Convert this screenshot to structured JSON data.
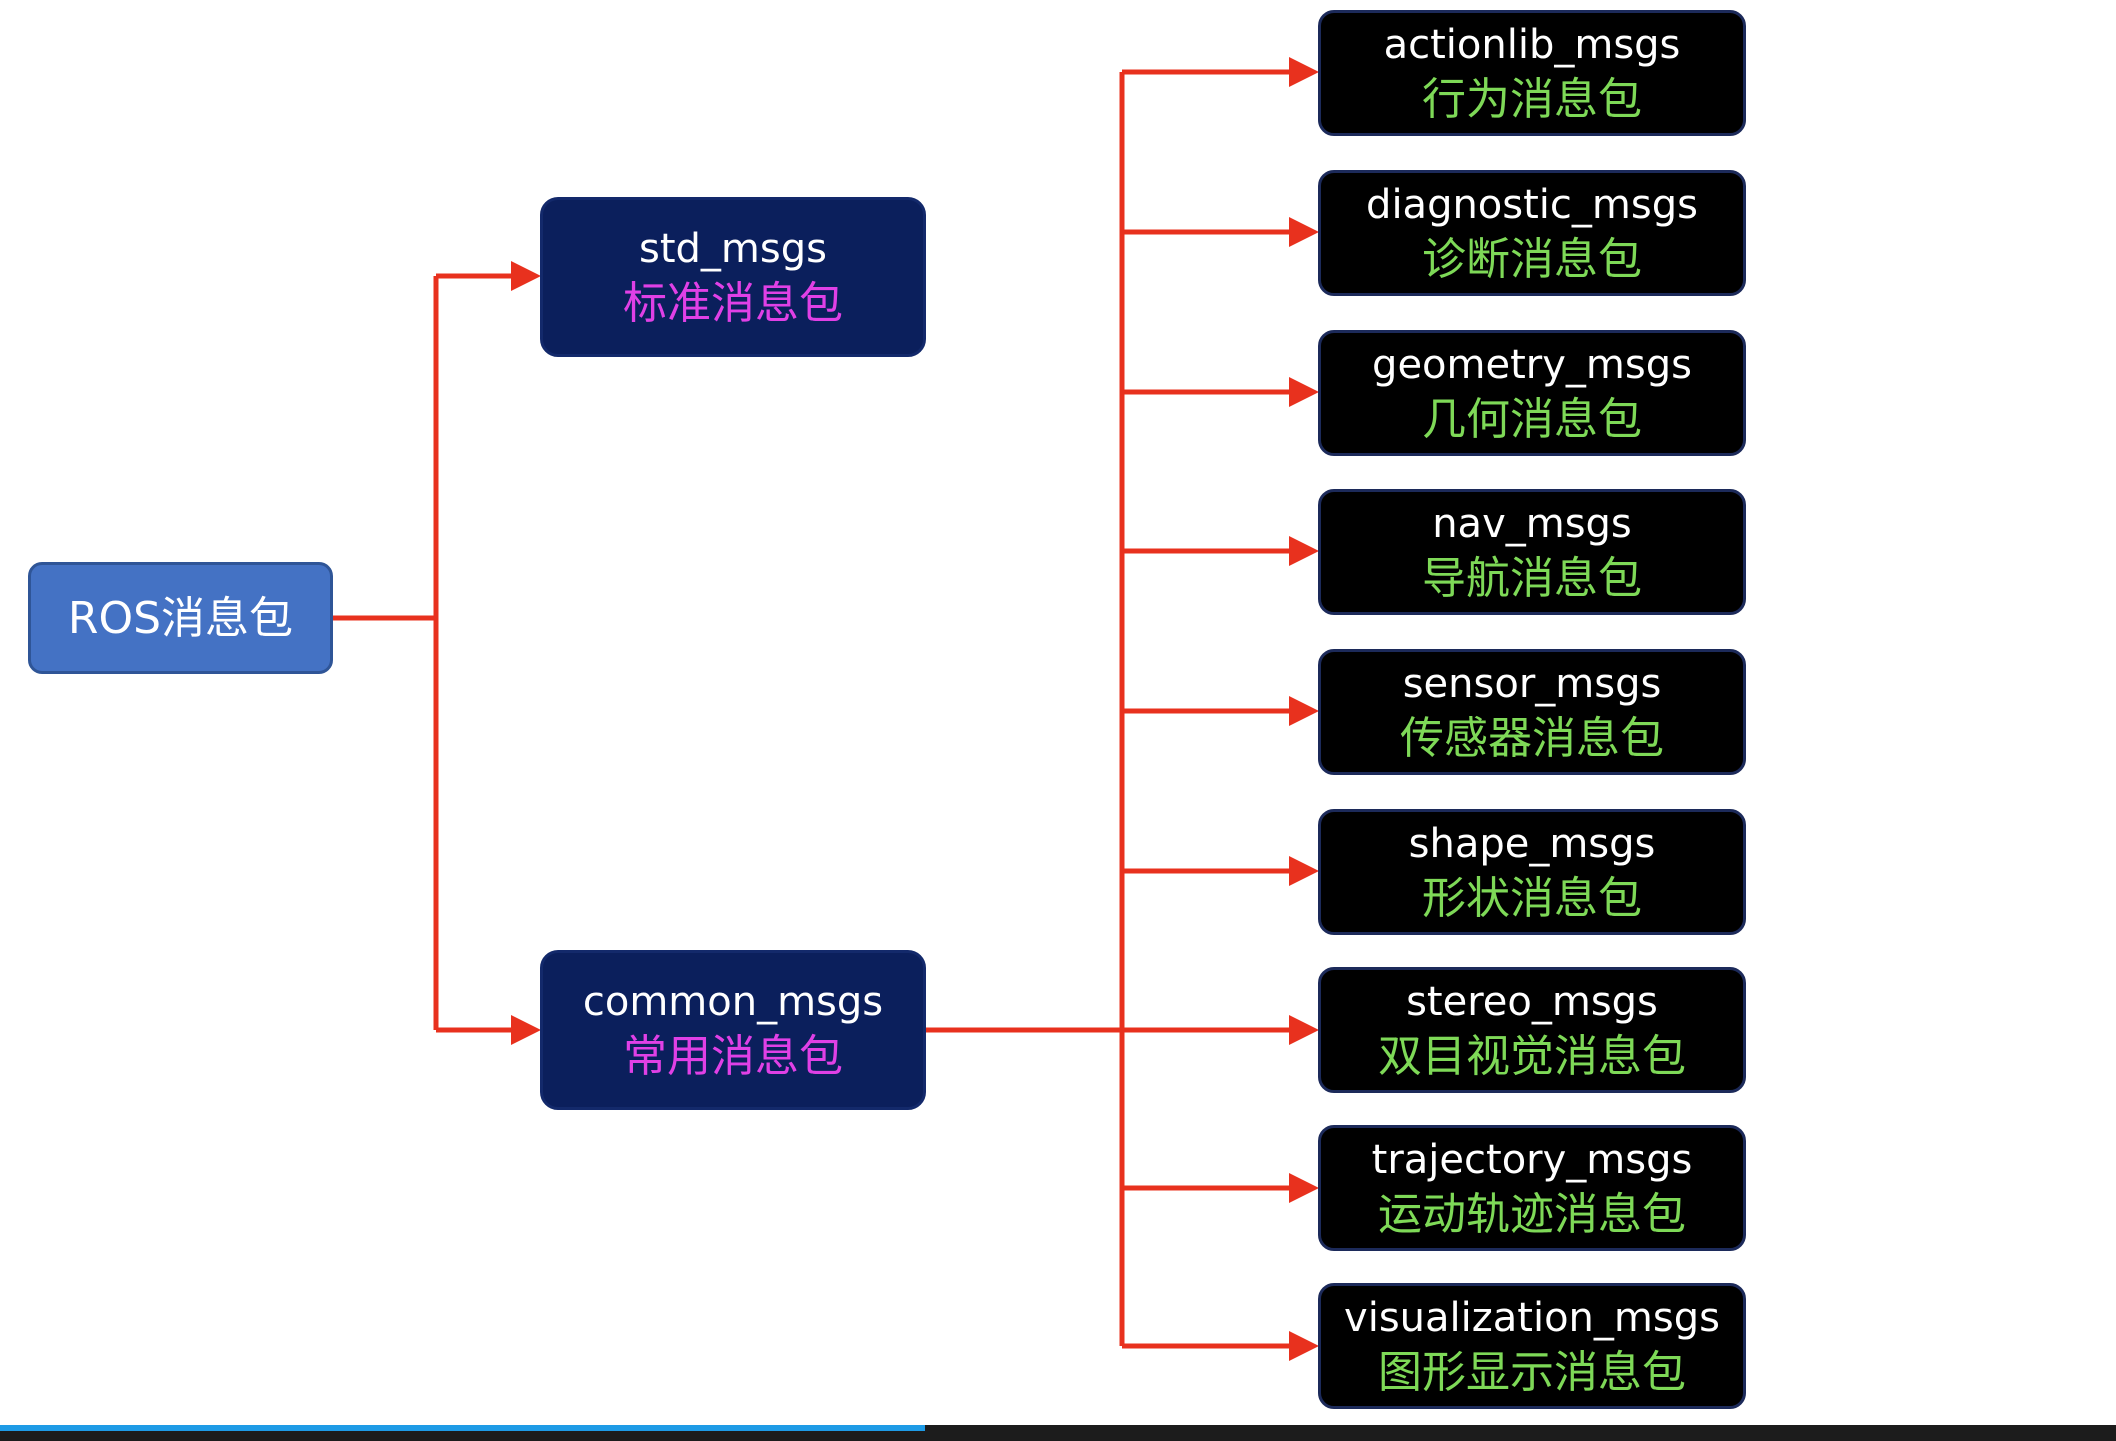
{
  "root": {
    "label": "ROS消息包"
  },
  "branches": [
    {
      "en": "std_msgs",
      "zh": "标准消息包"
    },
    {
      "en": "common_msgs",
      "zh": "常用消息包"
    }
  ],
  "leaves": [
    {
      "en": "actionlib_msgs",
      "zh": "行为消息包"
    },
    {
      "en": "diagnostic_msgs",
      "zh": "诊断消息包"
    },
    {
      "en": "geometry_msgs",
      "zh": "几何消息包"
    },
    {
      "en": "nav_msgs",
      "zh": "导航消息包"
    },
    {
      "en": "sensor_msgs",
      "zh": "传感器消息包"
    },
    {
      "en": "shape_msgs",
      "zh": "形状消息包"
    },
    {
      "en": "stereo_msgs",
      "zh": "双目视觉消息包"
    },
    {
      "en": "trajectory_msgs",
      "zh": "运动轨迹消息包"
    },
    {
      "en": "visualization_msgs",
      "zh": "图形显示消息包"
    }
  ],
  "colors": {
    "root_fill": "#4472c4",
    "branch_fill": "#0b1f5c",
    "leaf_fill": "#000000",
    "connector": "#e8311e",
    "branch_subtitle": "#e040e6",
    "leaf_subtitle": "#7ed957",
    "progress": "#1e9be6"
  },
  "playback": {
    "progress": 0.437
  }
}
